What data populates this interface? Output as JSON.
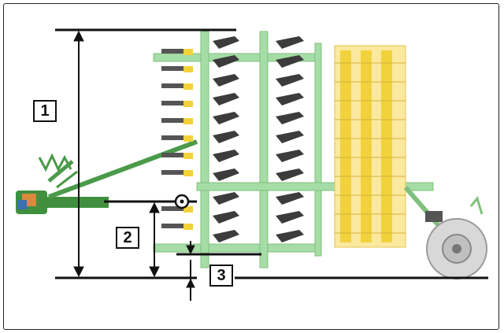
{
  "callouts": {
    "one": "1",
    "two": "2",
    "three": "3"
  },
  "colors": {
    "frame_green": "#8fd08f",
    "dark_green": "#3f8f3f",
    "tine_dark": "#3c3c3c",
    "seed_yellow": "#f2d23c",
    "dimension_line": "#111111"
  },
  "icons": {
    "tractor_hitch": "hitch-icon",
    "pivot_point": "pivot-icon",
    "transport_wheel": "wheel-icon"
  }
}
